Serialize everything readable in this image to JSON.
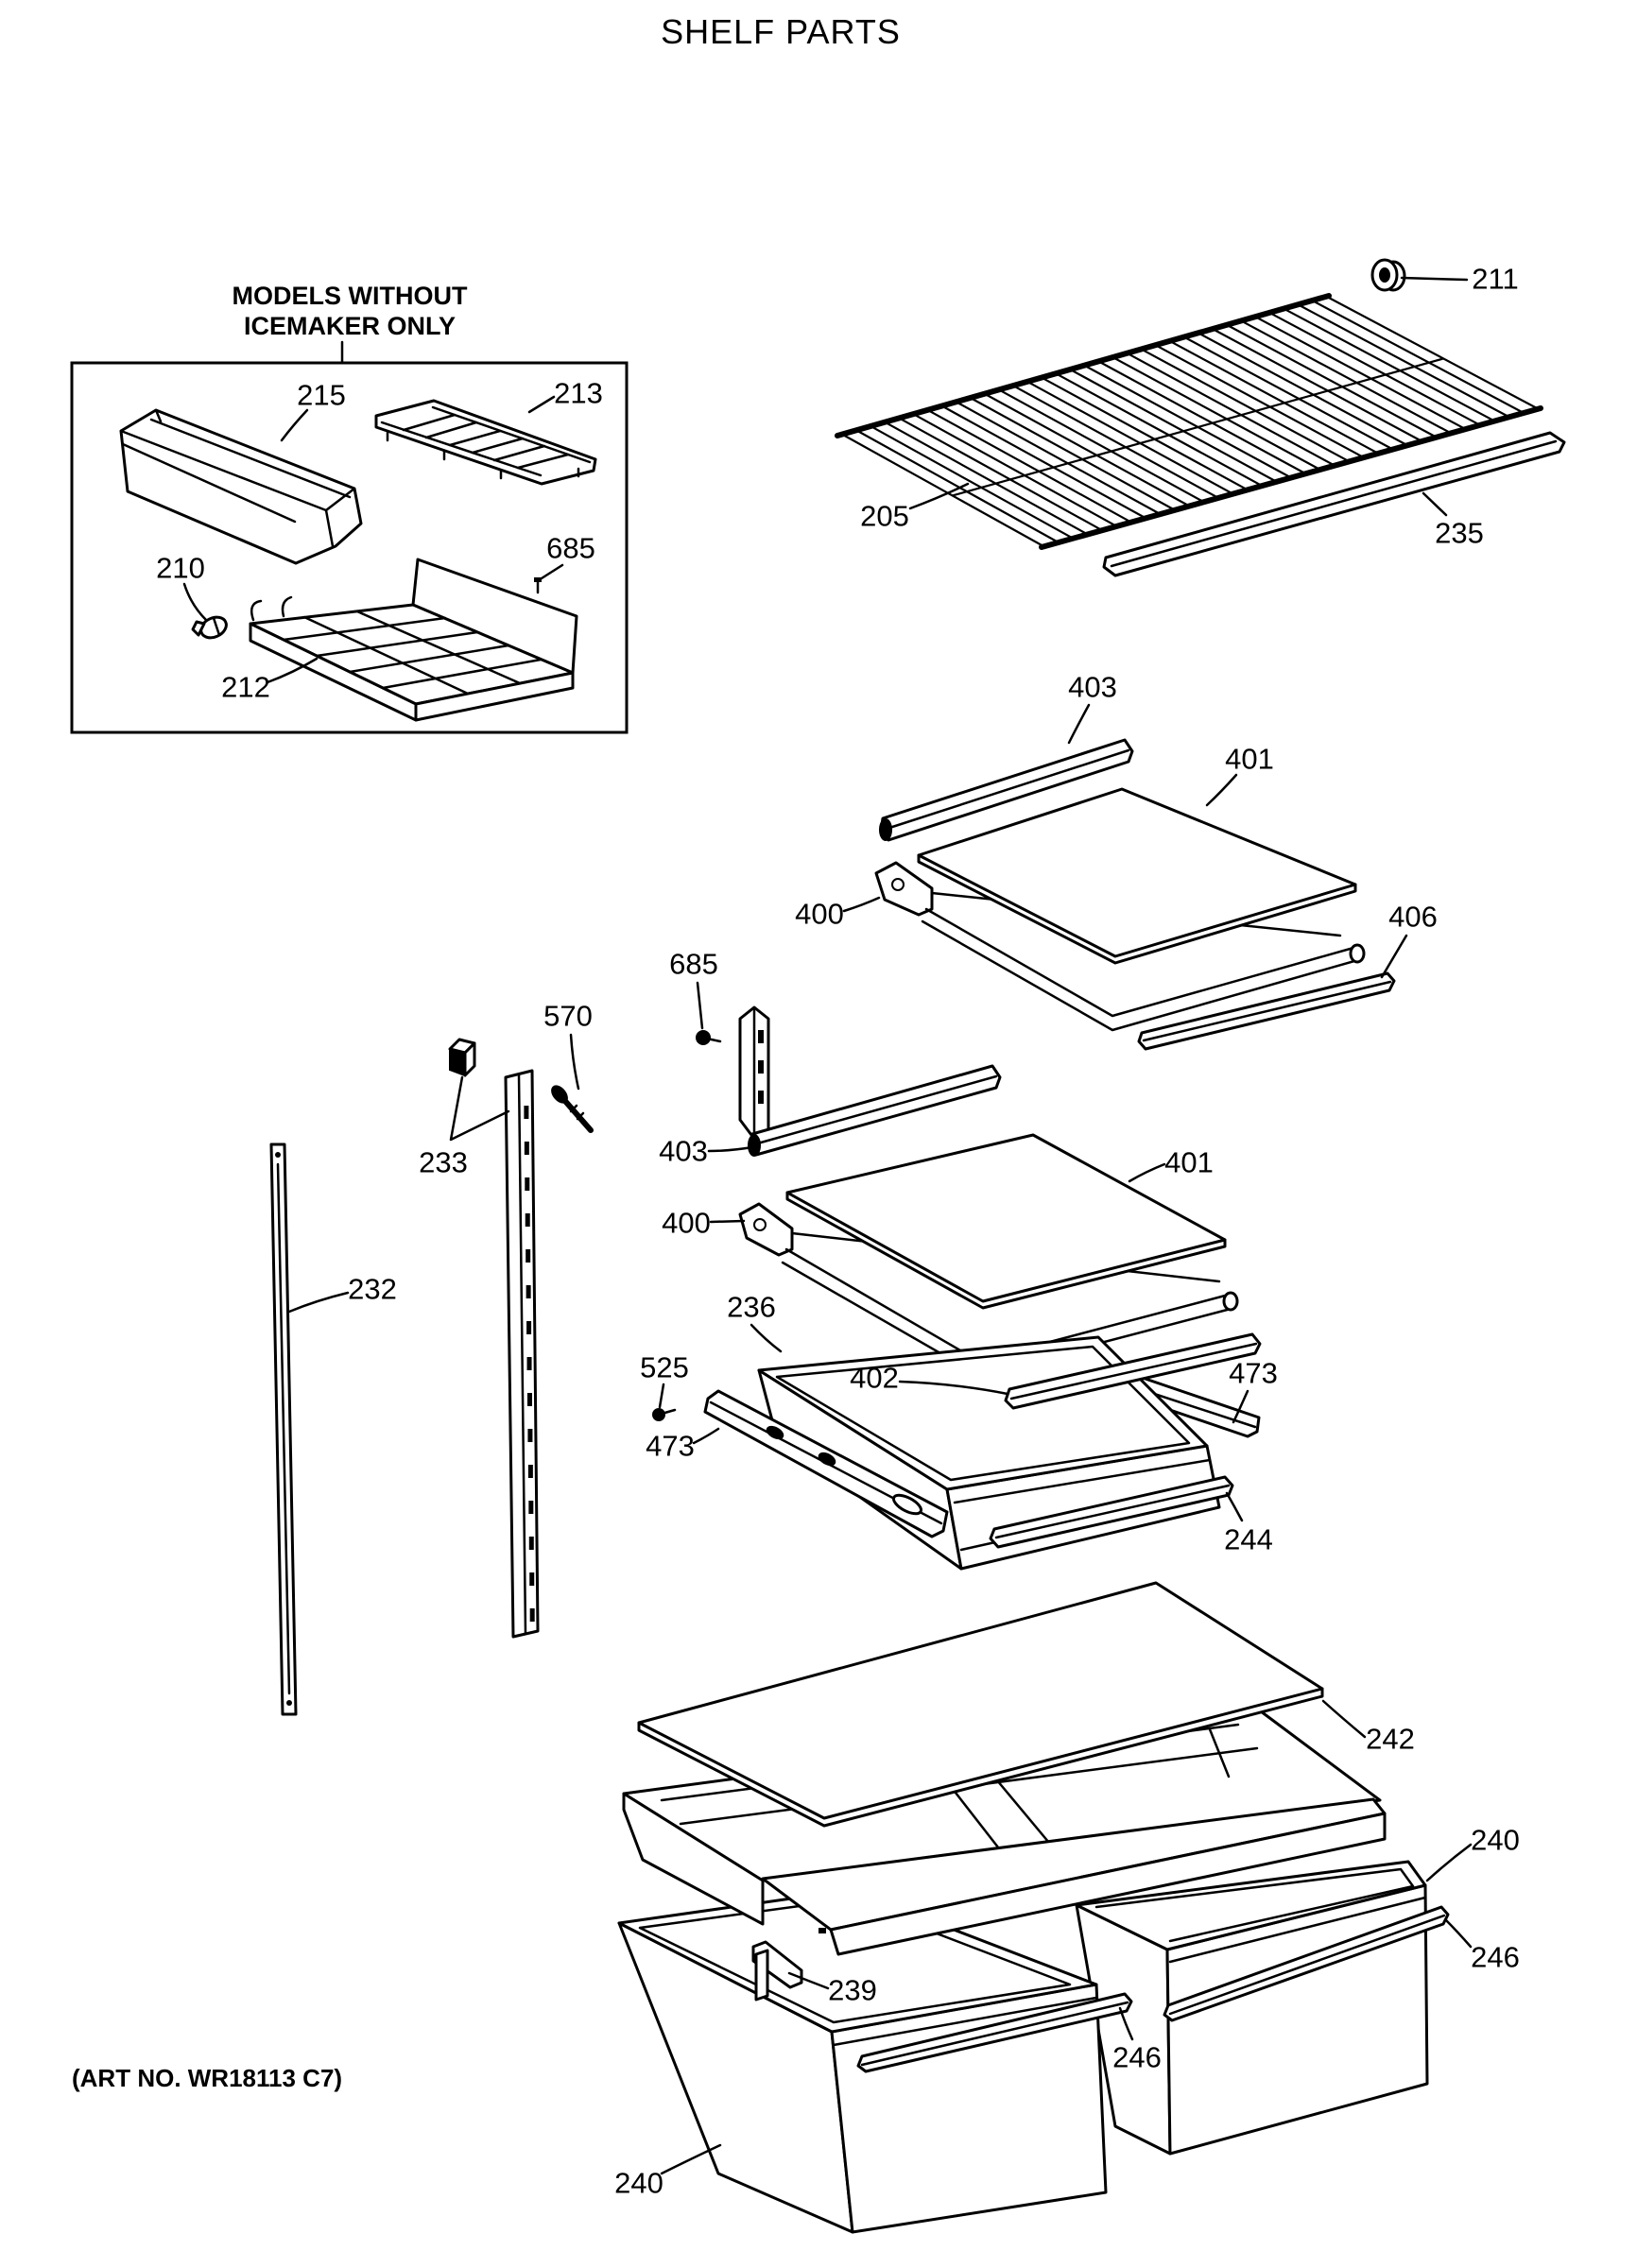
{
  "title": "SHELF PARTS",
  "box_heading": [
    "MODELS WITHOUT",
    "ICEMAKER ONLY"
  ],
  "art_number": "(ART NO. WR18113 C7)",
  "callouts": [
    "211",
    "215",
    "213",
    "685",
    "210",
    "212",
    "205",
    "235",
    "403",
    "401",
    "400",
    "406",
    "685",
    "570",
    "403",
    "401",
    "233",
    "400",
    "232",
    "236",
    "525",
    "402",
    "473",
    "473",
    "244",
    "242",
    "240",
    "246",
    "239",
    "246",
    "240"
  ]
}
